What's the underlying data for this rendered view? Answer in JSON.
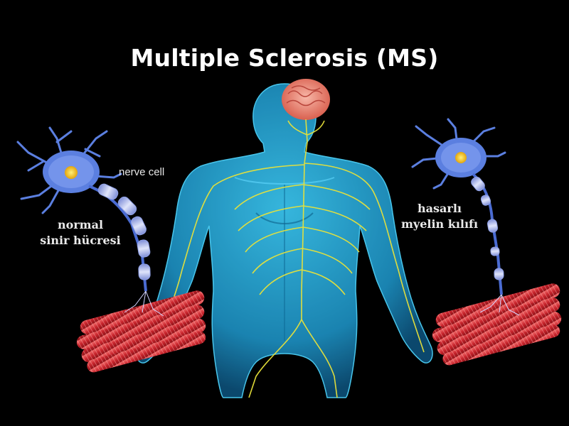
{
  "title": "Multiple Sclerosis (MS)",
  "labels": {
    "nerve_cell": "nerve cell",
    "normal_line1": "normal",
    "normal_line2": "sinir hücresi",
    "damaged_line1": "hasarlı",
    "damaged_line2": "myelin kılıfı"
  },
  "colors": {
    "background": "#000000",
    "body": "#2aa7d6",
    "nerves": "#e8e23a",
    "brain": "#e58a7a",
    "neuron": "#5b7fe0",
    "nucleus": "#f2c21b",
    "myelin": "#b9c3ec",
    "muscle": "#d7363d"
  }
}
